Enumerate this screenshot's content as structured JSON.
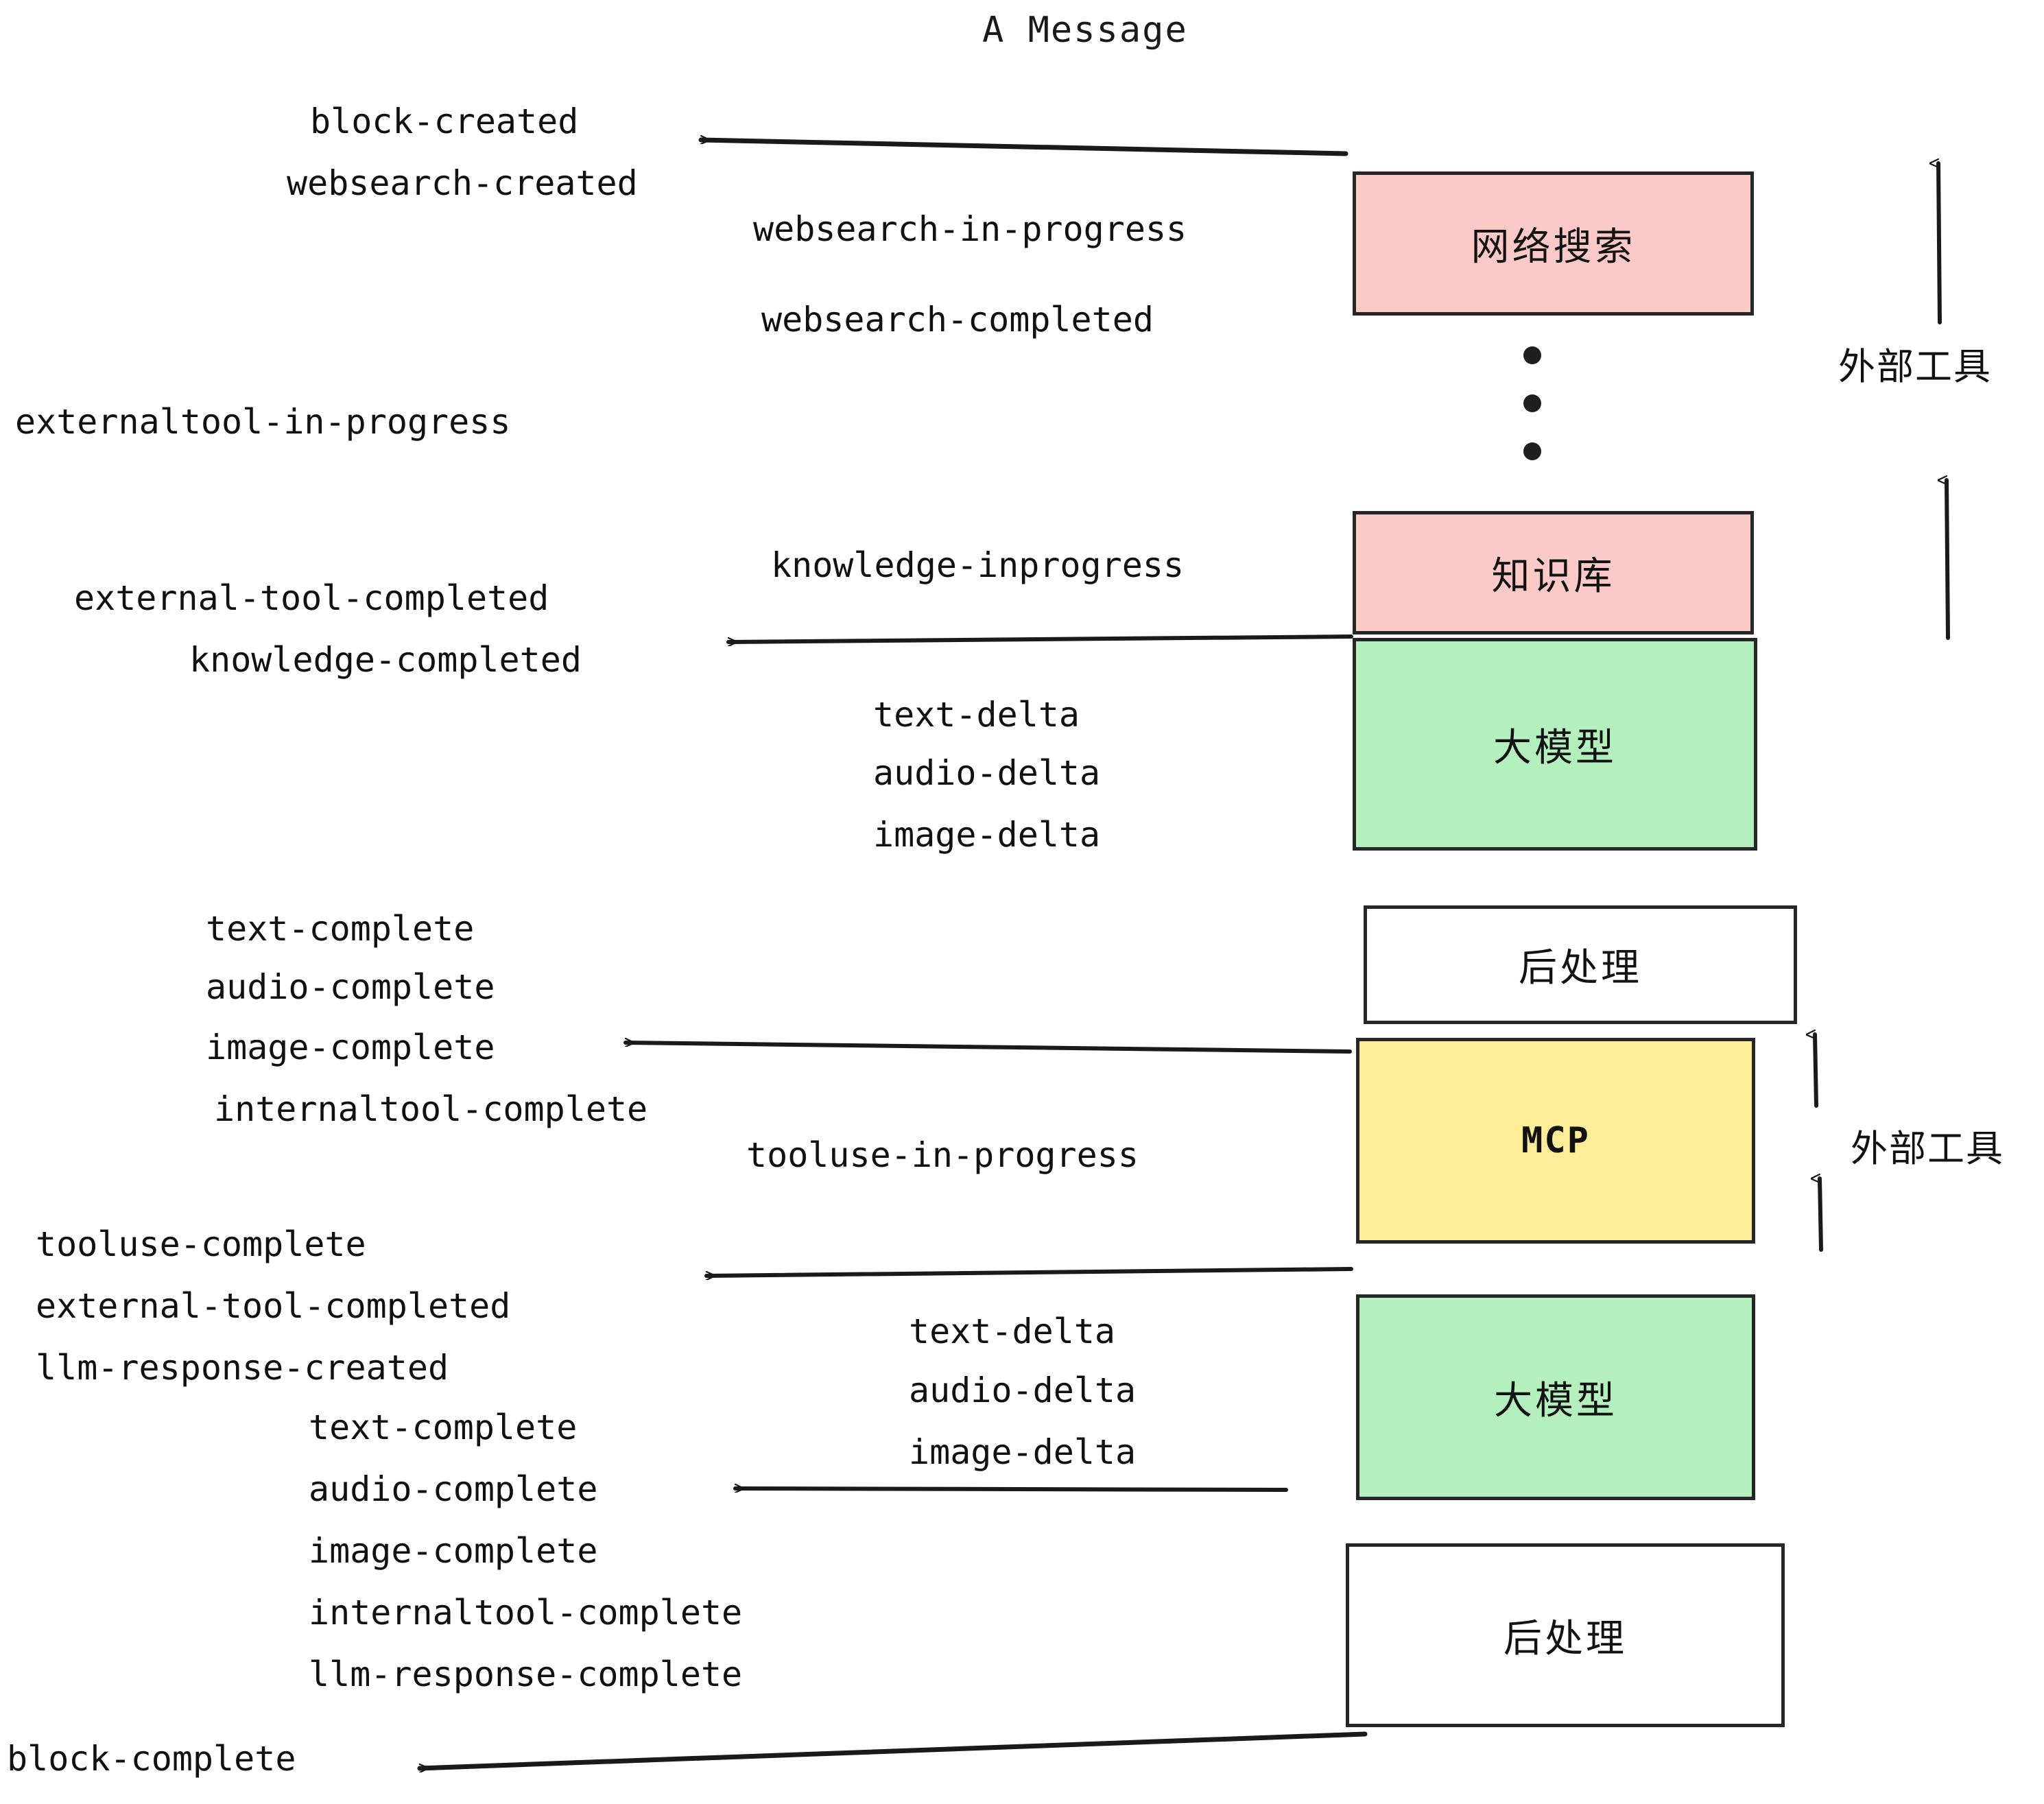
{
  "diagram": {
    "title": "A Message",
    "colors": {
      "pink": "#FBCAC8",
      "green": "#B3F0BE",
      "yellow": "#FDEC98",
      "white": "#FFFFFF",
      "stroke": "#262626",
      "text": "#111111"
    },
    "nodes": [
      {
        "id": "websearch",
        "label": "网络搜索",
        "fill": "#FBCAC8"
      },
      {
        "id": "knowledge",
        "label": "知识库",
        "fill": "#FBCAC8"
      },
      {
        "id": "llm-1",
        "label": "大模型",
        "fill": "#B3F0BE"
      },
      {
        "id": "postproc-1",
        "label": "后处理",
        "fill": "#FFFFFF"
      },
      {
        "id": "mcp",
        "label": "MCP",
        "fill": "#FDEC98"
      },
      {
        "id": "llm-2",
        "label": "大模型",
        "fill": "#B3F0BE"
      },
      {
        "id": "postproc-2",
        "label": "后处理",
        "fill": "#FFFFFF"
      }
    ],
    "side_labels": [
      {
        "id": "external-tools-top",
        "label": "外部工具"
      },
      {
        "id": "external-tools-bottom",
        "label": "外部工具"
      }
    ],
    "events": {
      "block_created": "block-created",
      "websearch_created": "websearch-created",
      "websearch_in_progress": "websearch-in-progress",
      "websearch_completed": "websearch-completed",
      "externaltool_in_progress": "externaltool-in-progress",
      "knowledge_inprogress": "knowledge-inprogress",
      "external_tool_completed_1": "external-tool-completed",
      "knowledge_completed": "knowledge-completed",
      "text_delta_1": "text-delta",
      "audio_delta_1": "audio-delta",
      "image_delta_1": "image-delta",
      "text_complete_1": "text-complete",
      "audio_complete_1": "audio-complete",
      "image_complete_1": "image-complete",
      "internaltool_complete_1": "internaltool-complete",
      "tooluse_in_progress": "tooluse-in-progress",
      "tooluse_complete": "tooluse-complete",
      "external_tool_completed_2": "external-tool-completed",
      "llm_response_created": "llm-response-created",
      "text_delta_2": "text-delta",
      "audio_delta_2": "audio-delta",
      "image_delta_2": "image-delta",
      "text_complete_2": "text-complete",
      "audio_complete_2": "audio-complete",
      "image_complete_2": "image-complete",
      "internaltool_complete_2": "internaltool-complete",
      "llm_response_complete": "llm-response-complete",
      "block_complete": "block-complete"
    }
  }
}
